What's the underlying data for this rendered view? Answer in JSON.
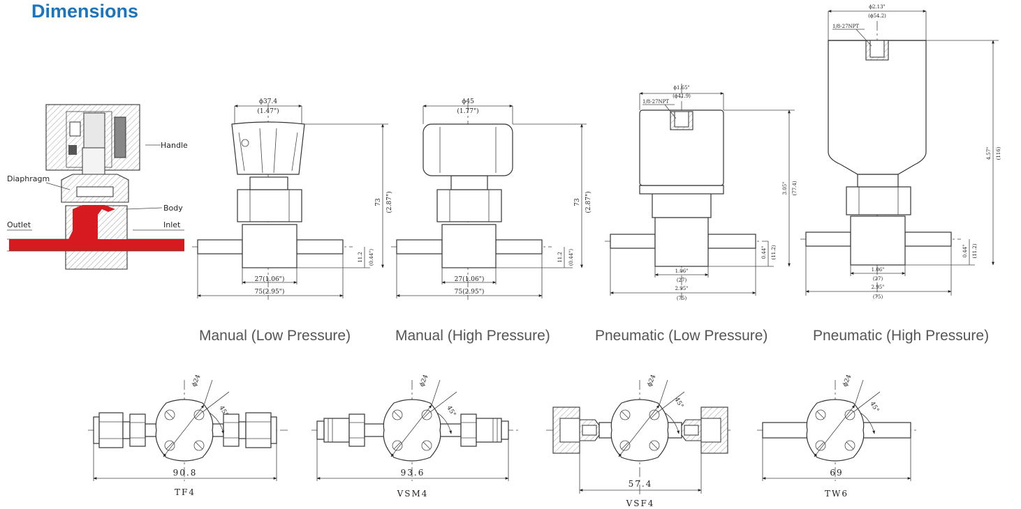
{
  "title": "Dimensions",
  "cutaway": {
    "labels": {
      "handle": "Handle",
      "diaphragm": "Diaphragm",
      "body": "Body",
      "outlet": "Outlet",
      "inlet": "Inlet"
    }
  },
  "colors": {
    "title": "#1b75bc",
    "flow": "#d71920",
    "caption": "#555555",
    "line": "#333333"
  },
  "captions": {
    "manual_low": "Manual (Low Pressure)",
    "manual_high": "Manual (High Pressure)",
    "pneumatic_low": "Pneumatic (Low Pressure)",
    "pneumatic_high": "Pneumatic (High Pressure)"
  },
  "views": {
    "manual_low": {
      "dia": "ϕ37.4",
      "dia_in": "(1.47\")",
      "height": "73",
      "height_in": "(2.87\")",
      "bottom": "11.2",
      "bottom_in": "(0.44\")",
      "body_w": "27(1.06\")",
      "overall": "75(2.95\")"
    },
    "manual_high": {
      "dia": "ϕ45",
      "dia_in": "(1.77\")",
      "height": "73",
      "height_in": "(2.87\")",
      "bottom": "11.2",
      "bottom_in": "(0.44\")",
      "body_w": "27(1.06\")",
      "overall": "75(2.95\")"
    },
    "pneumatic_low": {
      "dia": "ϕ1.65\"",
      "dia_mm": "(ϕ41.9)",
      "port": "1/8-27NPT",
      "height": "3.05\"",
      "height_mm": "(77.4)",
      "bottom": "0.44\"",
      "bottom_mm": "(11.2)",
      "body_w": "1.06\"",
      "body_w_mm": "(27)",
      "overall": "2.95\"",
      "overall_mm": "(75)"
    },
    "pneumatic_high": {
      "dia": "ϕ2.13\"",
      "dia_mm": "(ϕ54.2)",
      "port": "1/8-27NPT",
      "height": "4.57\"",
      "height_mm": "(116)",
      "bottom": "0.44\"",
      "bottom_mm": "(11.2)",
      "body_w": "1.06\"",
      "body_w_mm": "(27)",
      "overall": "2.95\"",
      "overall_mm": "(75)"
    }
  },
  "fittings": [
    {
      "code": "TF4",
      "length": "90.8",
      "bolt_circle": "ϕ24",
      "angle": "45°"
    },
    {
      "code": "VSM4",
      "length": "93.6",
      "bolt_circle": "ϕ24",
      "angle": "45°"
    },
    {
      "code": "VSF4",
      "length": "57.4",
      "bolt_circle": "ϕ24",
      "angle": "45°"
    },
    {
      "code": "TW6",
      "length": "69",
      "bolt_circle": "ϕ24",
      "angle": "45°"
    }
  ]
}
